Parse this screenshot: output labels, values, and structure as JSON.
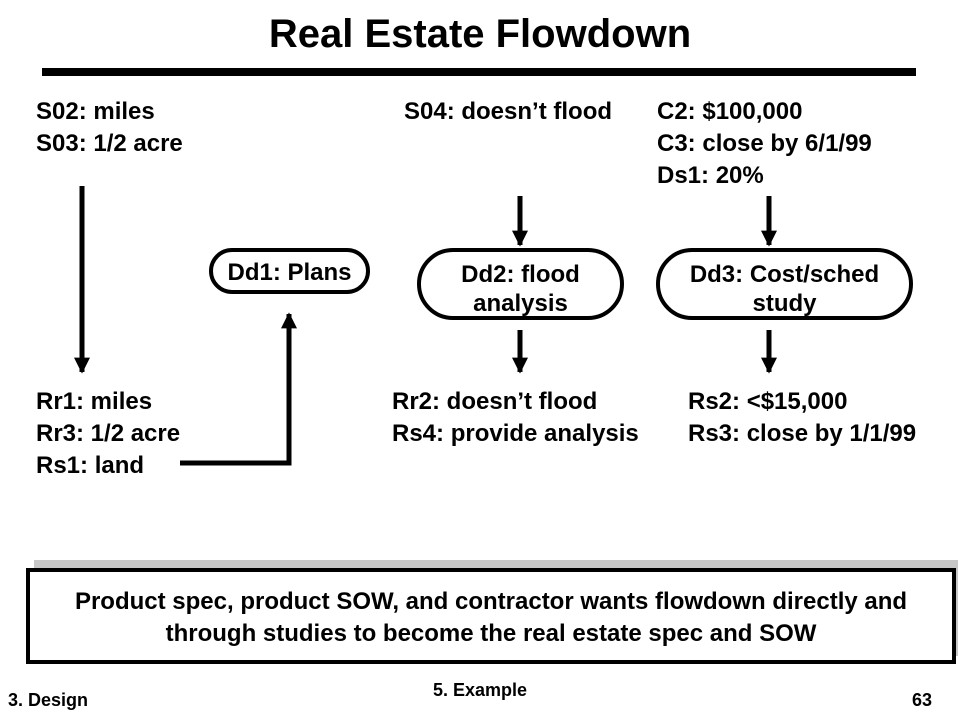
{
  "title": "Real Estate Flowdown",
  "sources": {
    "product_spec": [
      "S02: miles",
      "S03: 1/2 acre"
    ],
    "product_sow": "S04: doesn’t flood",
    "contractor_wants": [
      "C2: $100,000",
      "C3: close by 6/1/99",
      "Ds1: 20%"
    ]
  },
  "studies": {
    "dd1": [
      "Dd1: Plans"
    ],
    "dd2": [
      "Dd2: flood",
      "analysis"
    ],
    "dd3": [
      "Dd3: Cost/sched",
      "study"
    ]
  },
  "targets": {
    "left": [
      "Rr1: miles",
      "Rr3: 1/2 acre",
      "Rs1: land"
    ],
    "middle": [
      "Rr2: doesn’t flood",
      "Rs4: provide analysis"
    ],
    "right": [
      "Rs2: <$15,000",
      "Rs3: close by 1/1/99"
    ]
  },
  "summary": "Product spec, product SOW, and contractor wants flowdown directly and through studies to become the real estate spec and SOW",
  "footer": {
    "section": "3. Design",
    "subsection": "5. Example",
    "page": "63"
  }
}
